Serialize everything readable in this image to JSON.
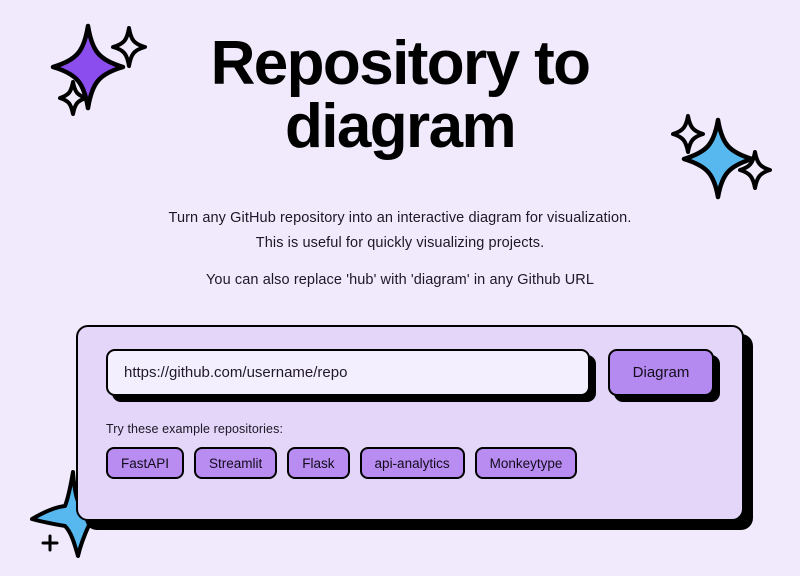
{
  "header": {
    "title_line1": "Repository to",
    "title_line2": "diagram"
  },
  "subtitle": {
    "line1": "Turn any GitHub repository into an interactive diagram for visualization.",
    "line2": "This is useful for quickly visualizing projects.",
    "line3": "You can also replace 'hub' with 'diagram' in any Github URL"
  },
  "form": {
    "url_placeholder": "https://github.com/username/repo",
    "url_value": "",
    "submit_label": "Diagram",
    "examples_label": "Try these example repositories:",
    "examples": [
      {
        "label": "FastAPI"
      },
      {
        "label": "Streamlit"
      },
      {
        "label": "Flask"
      },
      {
        "label": "api-analytics"
      },
      {
        "label": "Monkeytype"
      }
    ]
  },
  "decor": {
    "sparkle_topleft": "sparkle-purple-icon",
    "sparkle_topright": "sparkle-blue-icon",
    "sparkle_bottomleft": "sparkle-blue-star-icon"
  },
  "colors": {
    "page_background": "#f1eafc",
    "card_background": "#e3d6f8",
    "accent_purple": "#b58af0",
    "chip_purple": "#b98cf2",
    "sparkle_purple": "#8b4dee",
    "sparkle_blue": "#57b8f0",
    "outline_black": "#000000",
    "input_background": "#f4efff"
  }
}
